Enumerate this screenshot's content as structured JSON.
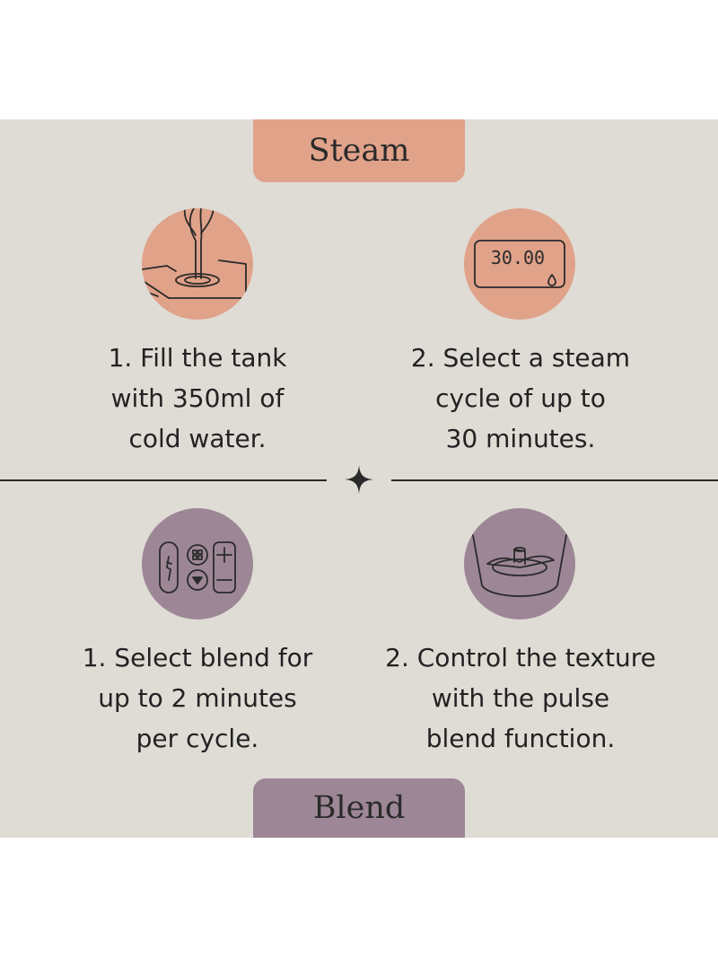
{
  "sections": {
    "steam": {
      "title": "Steam",
      "steps": [
        {
          "icon": "water-pour-icon",
          "lines": [
            "1. Fill the tank",
            "with 350ml of",
            "cold water."
          ]
        },
        {
          "icon": "timer-display-icon",
          "display": "30.00",
          "lines": [
            "2. Select a steam",
            "cycle of up to",
            "30 minutes."
          ]
        }
      ]
    },
    "blend": {
      "title": "Blend",
      "steps": [
        {
          "icon": "control-panel-icon",
          "lines": [
            "1. Select blend for",
            "up to 2 minutes",
            "per cycle."
          ]
        },
        {
          "icon": "blade-icon",
          "lines": [
            "2. Control the texture",
            "with the pulse",
            "blend function."
          ]
        }
      ]
    }
  },
  "colors": {
    "background": "#dfdcd5",
    "steam_accent": "#e1a28a",
    "blend_accent": "#9d8796",
    "ink": "#222222"
  },
  "divider": {
    "icon": "four-point-star-icon"
  }
}
